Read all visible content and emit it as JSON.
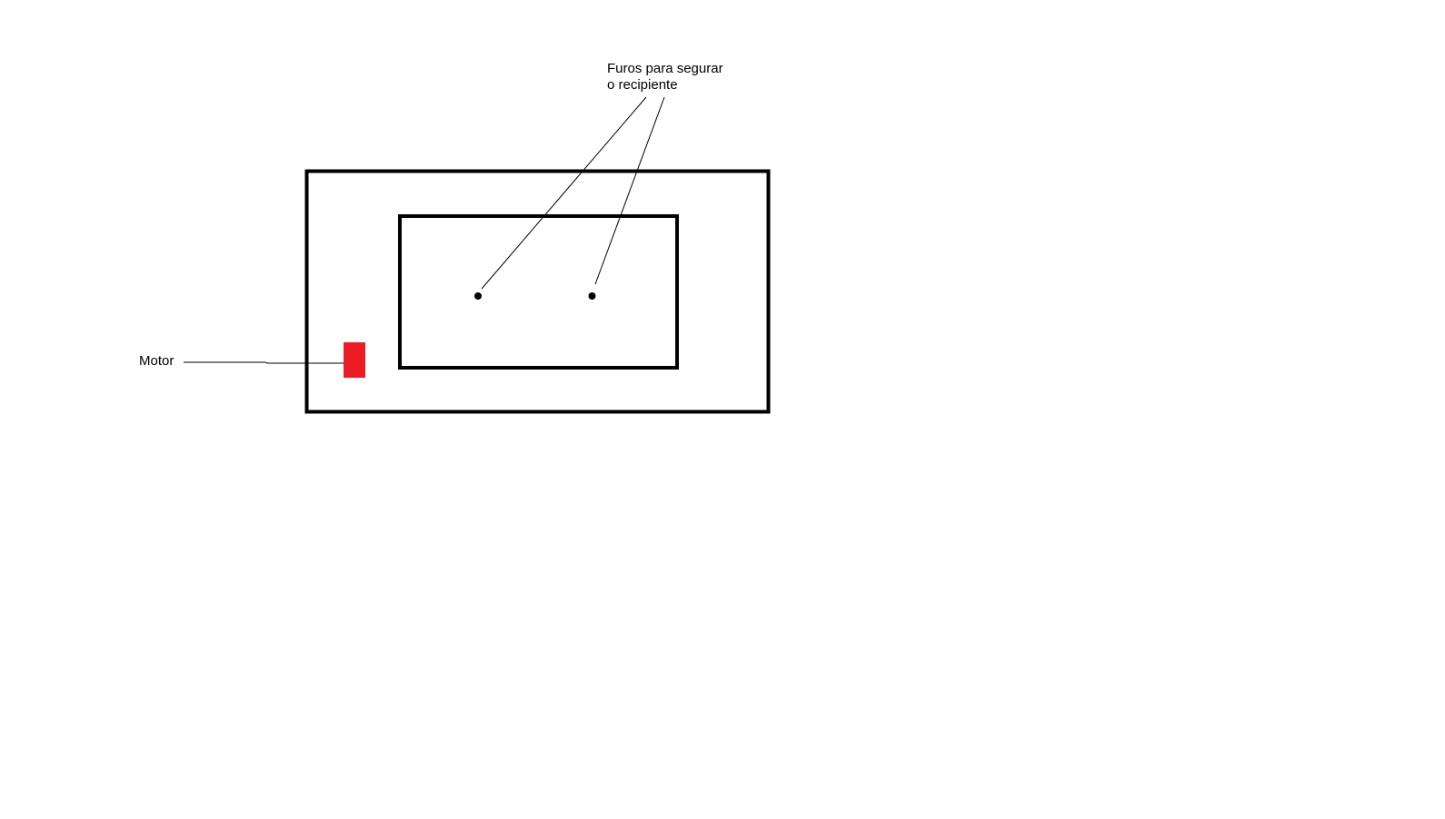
{
  "labels": {
    "motor": "Motor",
    "holes_line1": "Furos para segurar",
    "holes_line2": "o recipiente"
  },
  "colors": {
    "stroke": "#000000",
    "motor_fill": "#ed1c24",
    "background": "#ffffff"
  }
}
